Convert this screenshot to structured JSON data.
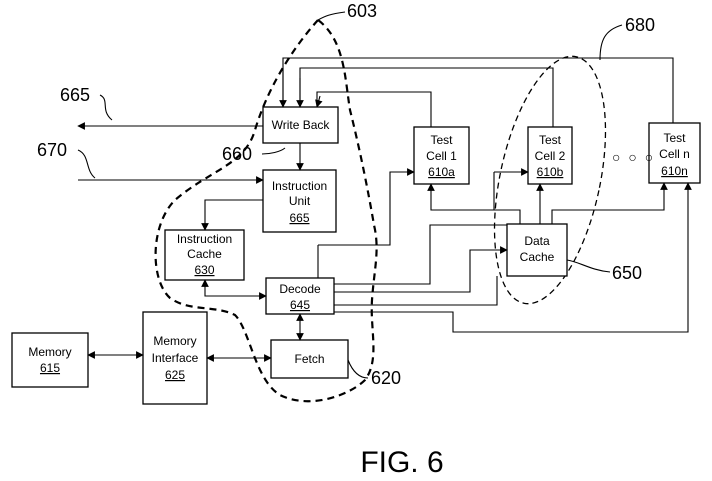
{
  "figure": {
    "caption": "FIG. 6",
    "blocks": {
      "write_back": {
        "label": "Write Back"
      },
      "instruction_unit": {
        "label1": "Instruction",
        "label2": "Unit",
        "ref": "665"
      },
      "instruction_cache": {
        "label1": "Instruction",
        "label2": "Cache",
        "ref": "630"
      },
      "decode": {
        "label": "Decode",
        "ref": "645"
      },
      "fetch": {
        "label": "Fetch"
      },
      "memory": {
        "label": "Memory",
        "ref": "615"
      },
      "memory_interface": {
        "label1": "Memory",
        "label2": "Interface",
        "ref": "625"
      },
      "test_cell_1": {
        "label1": "Test",
        "label2": "Cell 1",
        "ref": "610a"
      },
      "test_cell_2": {
        "label1": "Test",
        "label2": "Cell 2",
        "ref": "610b"
      },
      "test_cell_n": {
        "label1": "Test",
        "label2": "Cell n",
        "ref": "610n"
      },
      "data_cache": {
        "label1": "Data",
        "label2": "Cache"
      }
    },
    "ellipsis": "○ ○ ○",
    "callouts": {
      "c603": "603",
      "c680": "680",
      "c665": "665",
      "c670": "670",
      "c660": "660",
      "c650": "650",
      "c620": "620"
    }
  }
}
